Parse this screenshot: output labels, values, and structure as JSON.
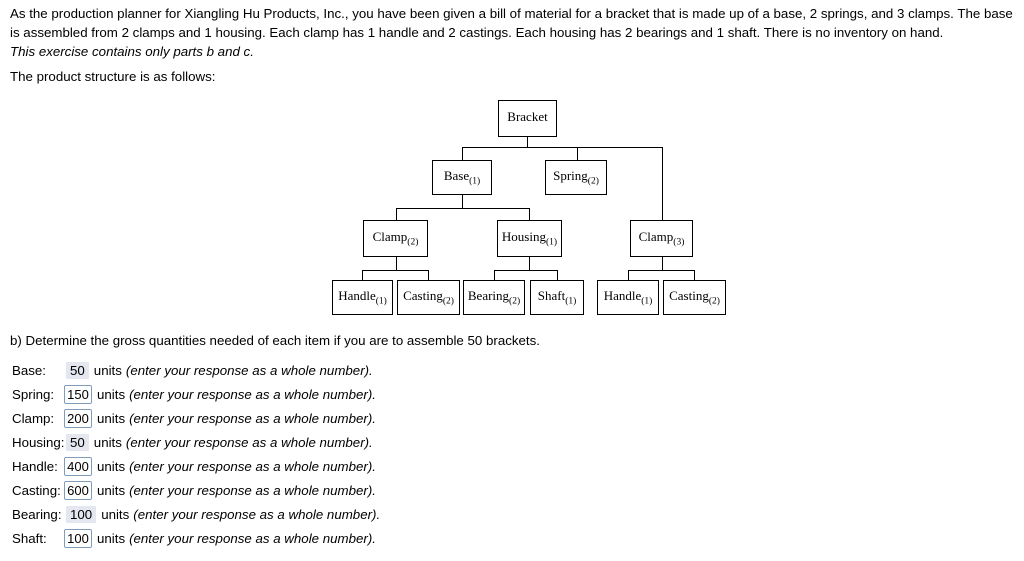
{
  "intro": {
    "paragraph": "As the production planner for Xiangling Hu Products, Inc., you have been given a bill of material for a bracket that is made up of a base, 2 springs, and 3 clamps. The base is assembled from 2 clamps and 1 housing. Each clamp has 1 handle and 2 castings. Each housing has 2 bearings and 1 shaft. There is no inventory on hand.",
    "note": "This exercise contains only parts b and c.",
    "structure_intro": "The product structure is as follows:"
  },
  "tree": {
    "nodes": {
      "bracket": {
        "label": "Bracket",
        "qty": ""
      },
      "base": {
        "label": "Base",
        "qty": "(1)"
      },
      "spring": {
        "label": "Spring",
        "qty": "(2)"
      },
      "clamp2": {
        "label": "Clamp",
        "qty": "(2)"
      },
      "housing": {
        "label": "Housing",
        "qty": "(1)"
      },
      "clamp3": {
        "label": "Clamp",
        "qty": "(3)"
      },
      "handle_l": {
        "label": "Handle",
        "qty": "(1)"
      },
      "casting_l": {
        "label": "Casting",
        "qty": "(2)"
      },
      "bearing": {
        "label": "Bearing",
        "qty": "(2)"
      },
      "shaft": {
        "label": "Shaft",
        "qty": "(1)"
      },
      "handle_r": {
        "label": "Handle",
        "qty": "(1)"
      },
      "casting_r": {
        "label": "Casting",
        "qty": "(2)"
      }
    }
  },
  "part_b": {
    "heading": "b) Determine the gross quantities needed of each item if you are to assemble 50 brackets.",
    "units_label": "units",
    "hint": "(enter your response as a whole number).",
    "rows": [
      {
        "label": "Base:",
        "value": "50",
        "editable": false
      },
      {
        "label": "Spring:",
        "value": "150",
        "editable": true
      },
      {
        "label": "Clamp:",
        "value": "200",
        "editable": true
      },
      {
        "label": "Housing:",
        "value": "50",
        "editable": false
      },
      {
        "label": "Handle:",
        "value": "400",
        "editable": true
      },
      {
        "label": "Casting:",
        "value": "600",
        "editable": true
      },
      {
        "label": "Bearing:",
        "value": "100",
        "editable": false
      },
      {
        "label": "Shaft:",
        "value": "100",
        "editable": true
      }
    ]
  },
  "colors": {
    "input_border": "#7f9db9",
    "highlight_bg": "#e4e7ef",
    "text": "#000000",
    "tree_line": "#000000"
  }
}
